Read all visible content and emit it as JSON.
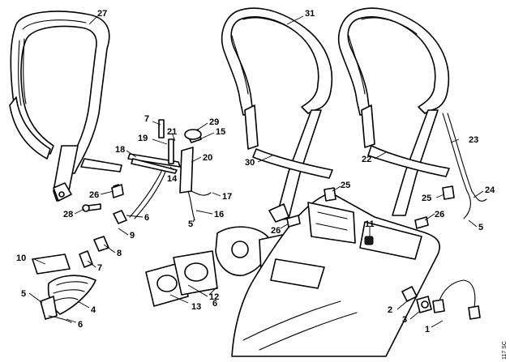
{
  "callouts": [
    {
      "id": "c27",
      "text": "27"
    },
    {
      "id": "c31",
      "text": "31"
    },
    {
      "id": "c7a",
      "text": "7"
    },
    {
      "id": "c29",
      "text": "29"
    },
    {
      "id": "c19",
      "text": "19"
    },
    {
      "id": "c21",
      "text": "21"
    },
    {
      "id": "c15",
      "text": "15"
    },
    {
      "id": "c18",
      "text": "18"
    },
    {
      "id": "c20",
      "text": "20"
    },
    {
      "id": "c14",
      "text": "14"
    },
    {
      "id": "c17",
      "text": "17"
    },
    {
      "id": "c16",
      "text": "16"
    },
    {
      "id": "c5a",
      "text": "5"
    },
    {
      "id": "c26a",
      "text": "26"
    },
    {
      "id": "c28",
      "text": "28"
    },
    {
      "id": "c6a",
      "text": "6"
    },
    {
      "id": "c9",
      "text": "9"
    },
    {
      "id": "c8",
      "text": "8"
    },
    {
      "id": "c7b",
      "text": "7"
    },
    {
      "id": "c10",
      "text": "10"
    },
    {
      "id": "c5b",
      "text": "5"
    },
    {
      "id": "c4",
      "text": "4"
    },
    {
      "id": "c6b",
      "text": "6"
    },
    {
      "id": "c30",
      "text": "30"
    },
    {
      "id": "c25a",
      "text": "25"
    },
    {
      "id": "c26b",
      "text": "26"
    },
    {
      "id": "c11",
      "text": "11"
    },
    {
      "id": "c12",
      "text": "12"
    },
    {
      "id": "c13",
      "text": "13"
    },
    {
      "id": "c6c",
      "text": "6"
    },
    {
      "id": "c23",
      "text": "23"
    },
    {
      "id": "c22",
      "text": "22"
    },
    {
      "id": "c24",
      "text": "24"
    },
    {
      "id": "c25b",
      "text": "25"
    },
    {
      "id": "c26c",
      "text": "26"
    },
    {
      "id": "c5c",
      "text": "5"
    },
    {
      "id": "c2",
      "text": "2"
    },
    {
      "id": "c3",
      "text": "3"
    },
    {
      "id": "c1",
      "text": "1"
    }
  ],
  "drawing_code": "117 SC"
}
